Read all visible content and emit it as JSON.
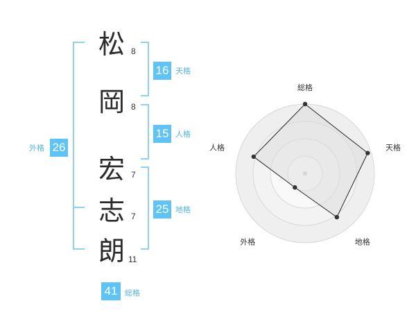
{
  "name": {
    "chars": [
      {
        "char": "松",
        "strokes": "8"
      },
      {
        "char": "岡",
        "strokes": "8"
      },
      {
        "char": "宏",
        "strokes": "7"
      },
      {
        "char": "志",
        "strokes": "7"
      },
      {
        "char": "朗",
        "strokes": "11"
      }
    ]
  },
  "kakusu": {
    "tenkaku": {
      "value": "16",
      "label": "天格"
    },
    "jinkaku": {
      "value": "15",
      "label": "人格"
    },
    "chikaku": {
      "value": "25",
      "label": "地格"
    },
    "gaikaku": {
      "value": "26",
      "label": "外格"
    },
    "soukaku": {
      "value": "41",
      "label": "総格"
    }
  },
  "colors": {
    "accent": "#5ec4f7",
    "bracket": "#8fd0f5",
    "radar_fill": "#eeeeee",
    "radar_line": "#222222"
  },
  "chart_data": {
    "type": "radar",
    "axes": [
      "総格",
      "天格",
      "地格",
      "外格",
      "人格"
    ],
    "values": [
      1.0,
      0.95,
      0.78,
      0.25,
      0.78
    ],
    "range": [
      0,
      1
    ],
    "rings": 4,
    "notes_values": "relative scores estimated from point positions on a 0–1 radial scale"
  }
}
